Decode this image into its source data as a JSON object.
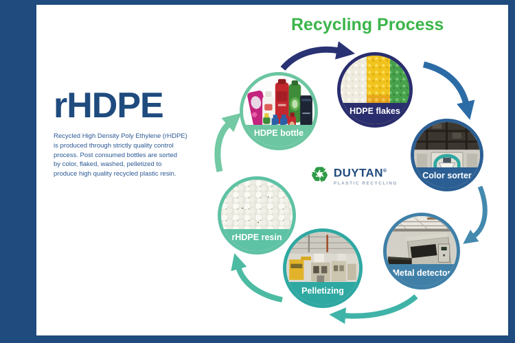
{
  "title": "Recycling Process",
  "sidebar": {
    "heading": "rHDPE",
    "description": "Recycled High Density Poly Ethylene (rHDPE)\nis produced through strictly quality control\nprocess. Post consumed bottles are sorted\nby color, flaked, washed, pelletized to\nproduce high quality recycled plastic resin."
  },
  "logo": {
    "recycle_icon": "♻",
    "brand": "DUYTAN",
    "registered": "®",
    "tagline": "PLASTIC RECYCLING"
  },
  "process": {
    "steps": [
      {
        "label": "HDPE bottle",
        "ring_color": "#6CC6A1"
      },
      {
        "label": "HDPE flakes",
        "ring_color": "#2A2E6E"
      },
      {
        "label": "Color sorter",
        "ring_color": "#2B5F94"
      },
      {
        "label": "Metal detector",
        "ring_color": "#4080A8"
      },
      {
        "label": "Pelletizing",
        "ring_color": "#2FA8A2"
      },
      {
        "label": "rHDPE resin",
        "ring_color": "#5EC2A4"
      }
    ],
    "flow": [
      {
        "from": "HDPE bottle",
        "to": "HDPE flakes",
        "arrow_color": "#293272"
      },
      {
        "from": "HDPE flakes",
        "to": "Color sorter",
        "arrow_color": "#2B6BA6"
      },
      {
        "from": "Color sorter",
        "to": "Metal detector",
        "arrow_color": "#4489AE"
      },
      {
        "from": "Metal detector",
        "to": "Pelletizing",
        "arrow_color": "#3FB3A8"
      },
      {
        "from": "Pelletizing",
        "to": "rHDPE resin",
        "arrow_color": "#4CBBA2"
      },
      {
        "from": "rHDPE resin",
        "to": "HDPE bottle",
        "arrow_color": "#72C9A4"
      }
    ]
  },
  "colors": {
    "frame": "#1F4B7E",
    "title_green": "#3BB54A",
    "heading_blue": "#1F4B7E",
    "logo_green": "#2E9B47",
    "logo_blue": "#1E4B7D"
  }
}
